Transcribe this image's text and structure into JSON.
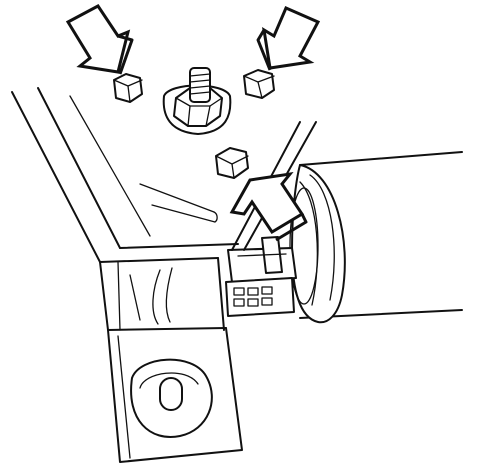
{
  "illustration": {
    "background": "#ffffff",
    "line_color": "#111111",
    "arrows": [
      {
        "name": "arrow-upper-left",
        "direction": "down-right"
      },
      {
        "name": "arrow-upper-right",
        "direction": "down-left"
      },
      {
        "name": "arrow-center",
        "direction": "up-left"
      }
    ],
    "fasteners": [
      {
        "name": "hex-nut-left"
      },
      {
        "name": "stud-bolt-center"
      },
      {
        "name": "hex-nut-right"
      },
      {
        "name": "hex-nut-lower"
      }
    ],
    "connector": {
      "name": "electrical-connector",
      "pin_rows": 2,
      "pins_per_row": 3
    }
  }
}
